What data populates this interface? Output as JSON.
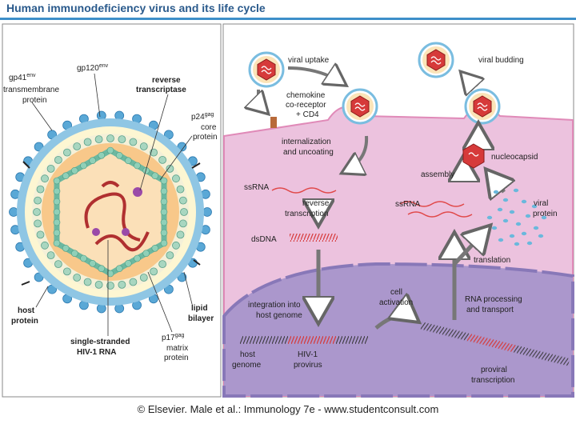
{
  "title": "Human immunodeficiency virus and its life cycle",
  "left_panel": {
    "labels": {
      "gp41": "gp41",
      "gp41_sup": "env",
      "gp41_line2": "transmembrane",
      "gp41_line3": "protein",
      "gp120": "gp120",
      "gp120_sup": "env",
      "rt_line1": "reverse",
      "rt_line2": "transcriptase",
      "p24": "p24",
      "p24_sup": "gag",
      "p24_line2": "core",
      "p24_line3": "protein",
      "host_line1": "host",
      "host_line2": "protein",
      "rna_line1": "single-stranded",
      "rna_line2": "HIV-1 RNA",
      "p17": "p17",
      "p17_sup": "gag",
      "p17_line2": "matrix",
      "p17_line3": "protein",
      "lipid_line1": "lipid",
      "lipid_line2": "bilayer"
    }
  },
  "right_panel": {
    "labels": {
      "viral_uptake": "viral uptake",
      "viral_budding": "viral budding",
      "chemokine_line1": "chemokine",
      "chemokine_line2": "co-receptor",
      "chemokine_line3": "+ CD4",
      "intern_line1": "internalization",
      "intern_line2": "and uncoating",
      "nucleocapsid": "nucleocapsid",
      "assembly": "assembly",
      "ssrna_left": "ssRNA",
      "ssrna_right": "ssRNA",
      "rt_line1": "reverse",
      "rt_line2": "transcription",
      "viral_protein_line1": "viral",
      "viral_protein_line2": "protein",
      "dsdna": "dsDNA",
      "translation": "translation",
      "cell_act_line1": "cell",
      "cell_act_line2": "activation",
      "rna_proc_line1": "RNA processing",
      "rna_proc_line2": "and transport",
      "integration_line1": "integration into",
      "integration_line2": "host genome",
      "host_genome_line1": "host",
      "host_genome_line2": "genome",
      "provirus_line1": "HIV-1",
      "provirus_line2": "provirus",
      "proviral_line1": "proviral",
      "proviral_line2": "transcription"
    }
  },
  "footer": "© Elsevier. Male et al.: Immunology 7e - www.studentconsult.com",
  "colors": {
    "title_blue": "#2a5a8c",
    "rule_blue": "#3d8fc9",
    "cytoplasm": "#ecc2de",
    "nucleus": "#ab97cc",
    "nucleus_rim": "#8878b8",
    "virion_spike": "#5aa8d6",
    "capsid_red": "#d63a3a",
    "rna_red": "#d63a3a",
    "core_orange": "#f8c88a",
    "capsid_teal": "#a8d6c0"
  }
}
